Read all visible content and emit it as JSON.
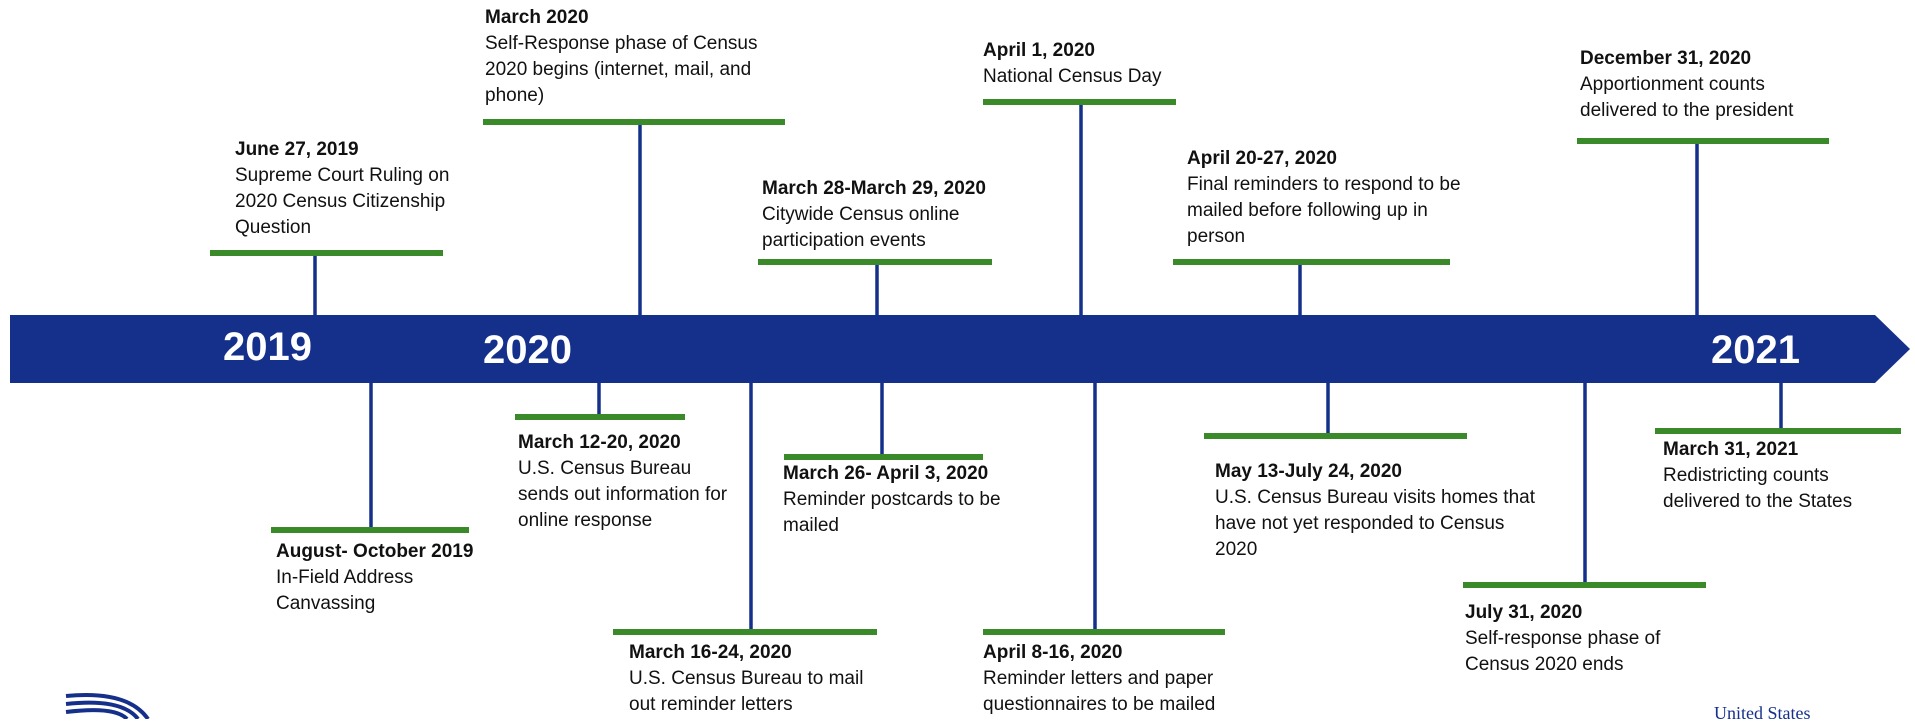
{
  "colors": {
    "arrow": "#15308b",
    "stem": "#15308b",
    "bar": "#3a8a2a",
    "text": "#111111",
    "year_text": "#ffffff"
  },
  "years": [
    "2019",
    "2020",
    "2021"
  ],
  "events": [
    {
      "date": "June 27, 2019",
      "text": "Supreme Court Ruling on 2020 Census Citizenship Question"
    },
    {
      "date": "March 2020",
      "text": "Self-Response phase of Census 2020 begins (internet, mail, and phone)"
    },
    {
      "date": "March 28-March 29, 2020",
      "text": "Citywide Census online participation events"
    },
    {
      "date": "April 1, 2020",
      "text": "National Census Day"
    },
    {
      "date": "April 20-27, 2020",
      "text": "Final reminders to respond to be mailed before following up in person"
    },
    {
      "date": "December 31, 2020",
      "text": "Apportionment counts delivered to the president"
    },
    {
      "date": "August- October 2019",
      "text": "In-Field Address Canvassing"
    },
    {
      "date": "March 12-20, 2020",
      "text": "U.S. Census Bureau sends out information for online response"
    },
    {
      "date": "March 16-24, 2020",
      "text": "U.S. Census Bureau to mail out reminder letters"
    },
    {
      "date": "March 26- April 3, 2020",
      "text": "Reminder postcards  to be mailed"
    },
    {
      "date": "April 8-16, 2020",
      "text": "Reminder letters and paper questionnaires to be mailed"
    },
    {
      "date": "May 13-July 24, 2020",
      "text": "U.S. Census Bureau visits homes that have not yet responded to Census 2020"
    },
    {
      "date": "July 31, 2020",
      "text": "Self-response phase of Census 2020 ends"
    },
    {
      "date": "March 31, 2021",
      "text": "Redistricting counts delivered to the States"
    }
  ],
  "logo_text": "United States"
}
